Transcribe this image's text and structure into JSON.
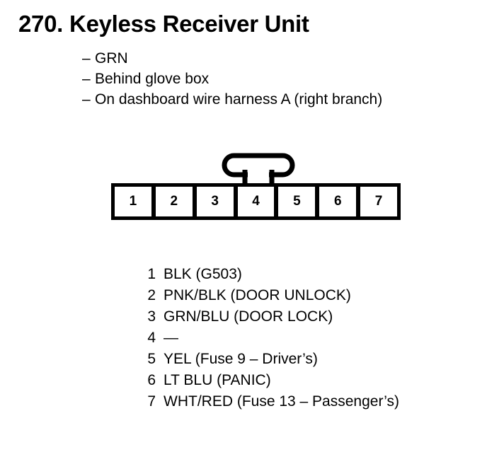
{
  "title": {
    "number": "270.",
    "name": "Keyless Receiver Unit"
  },
  "description": {
    "dash": "–",
    "items": [
      "GRN",
      "Behind glove box",
      "On dashboard wire harness A (right branch)"
    ]
  },
  "connector": {
    "pin_count": 7,
    "pins": [
      "1",
      "2",
      "3",
      "4",
      "5",
      "6",
      "7"
    ],
    "latch_position_pin": "4"
  },
  "pin_legend": [
    {
      "pin": "1",
      "label": "BLK (G503)"
    },
    {
      "pin": "2",
      "label": "PNK/BLK (DOOR UNLOCK)"
    },
    {
      "pin": "3",
      "label": "GRN/BLU (DOOR LOCK)"
    },
    {
      "pin": "4",
      "label": "—"
    },
    {
      "pin": "5",
      "label": "YEL (Fuse 9 – Driver’s)"
    },
    {
      "pin": "6",
      "label": "LT BLU (PANIC)"
    },
    {
      "pin": "7",
      "label": "WHT/RED (Fuse 13 – Passenger’s)"
    }
  ],
  "colors": {
    "ink": "#000000",
    "page": "#ffffff"
  }
}
